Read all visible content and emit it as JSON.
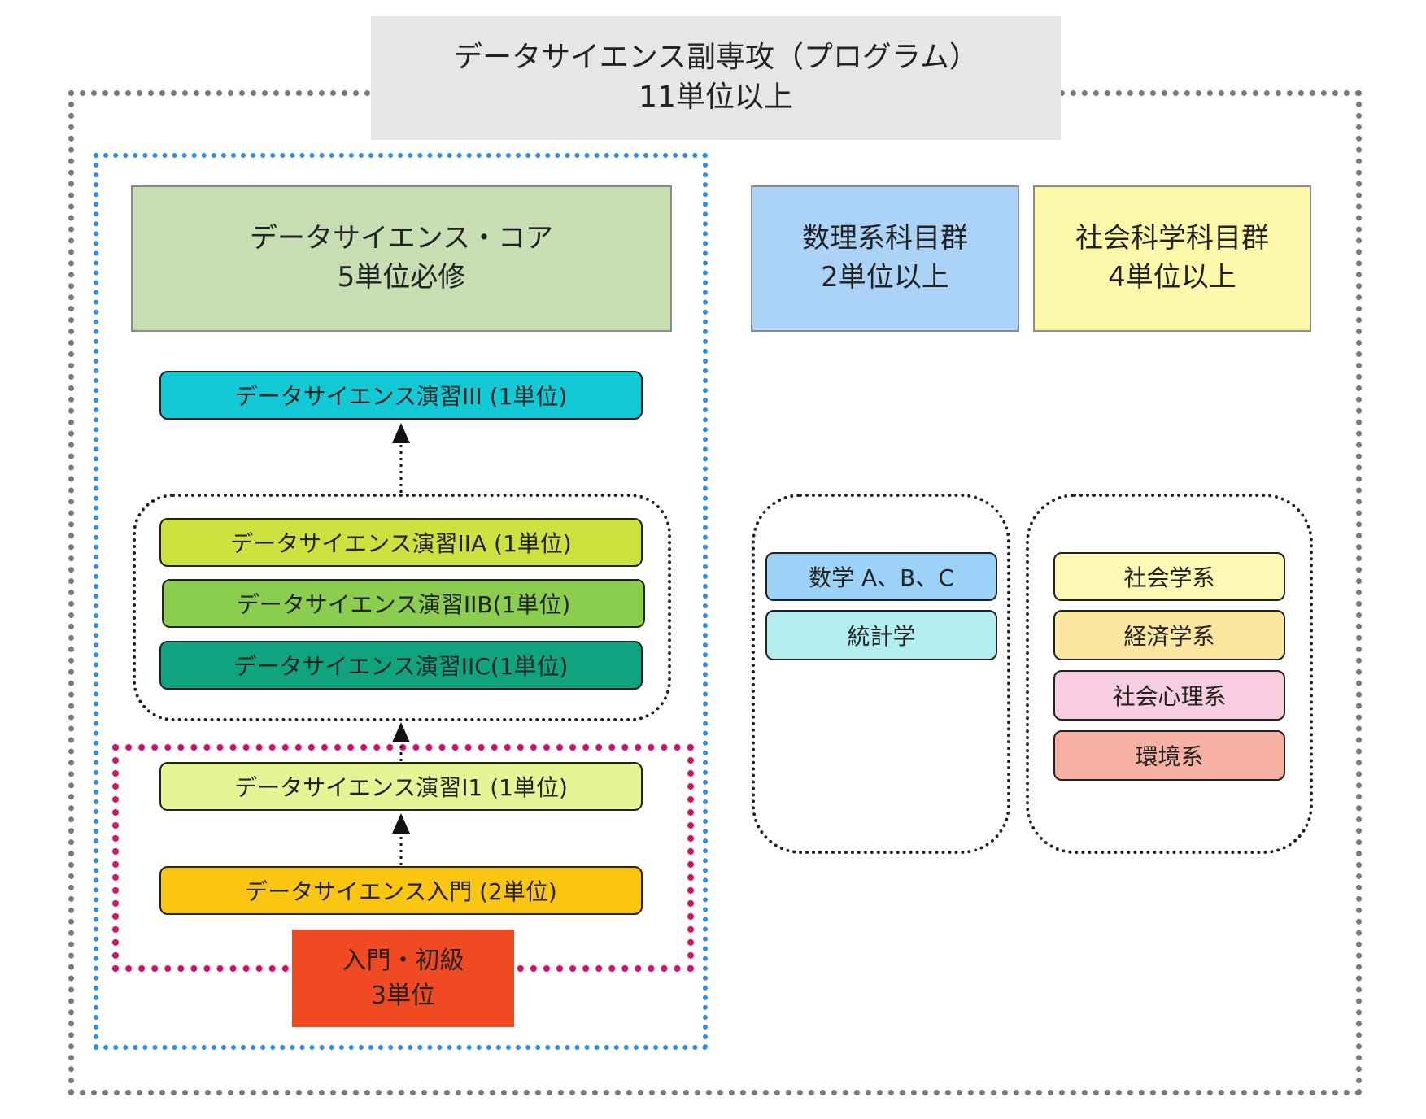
{
  "title": {
    "line1": "データサイエンス副専攻（プログラム）",
    "line2": "11単位以上"
  },
  "core": {
    "header": {
      "line1": "データサイエンス・コア",
      "line2": "5単位必修"
    },
    "courses": {
      "iii": "データサイエンス演習III (1単位)",
      "iia": "データサイエンス演習IIA (1単位)",
      "iib": "データサイエンス演習IIB(1単位)",
      "iic": "データサイエンス演習IIC(1単位)",
      "i1": "データサイエンス演習I1 (1単位)",
      "intro": "データサイエンス入門 (2単位)"
    },
    "intro_group": {
      "line1": "入門・初級",
      "line2": "3単位"
    }
  },
  "math": {
    "header": {
      "line1": "数理系科目群",
      "line2": "2単位以上"
    },
    "items": [
      "数学 A、B、C",
      "統計学"
    ]
  },
  "social": {
    "header": {
      "line1": "社会科学科目群",
      "line2": "4単位以上"
    },
    "items": [
      "社会学系",
      "経済学系",
      "社会心理系",
      "環境系"
    ]
  },
  "colors": {
    "outer_frame": "#7a7a7a",
    "core_frame": "#2f8fe8",
    "intro_frame": "#d6106a",
    "intro_label": "#f04a22",
    "core_header": "#c7deb3",
    "math_header": "#aad3f7",
    "social_header": "#fdf7aa"
  }
}
